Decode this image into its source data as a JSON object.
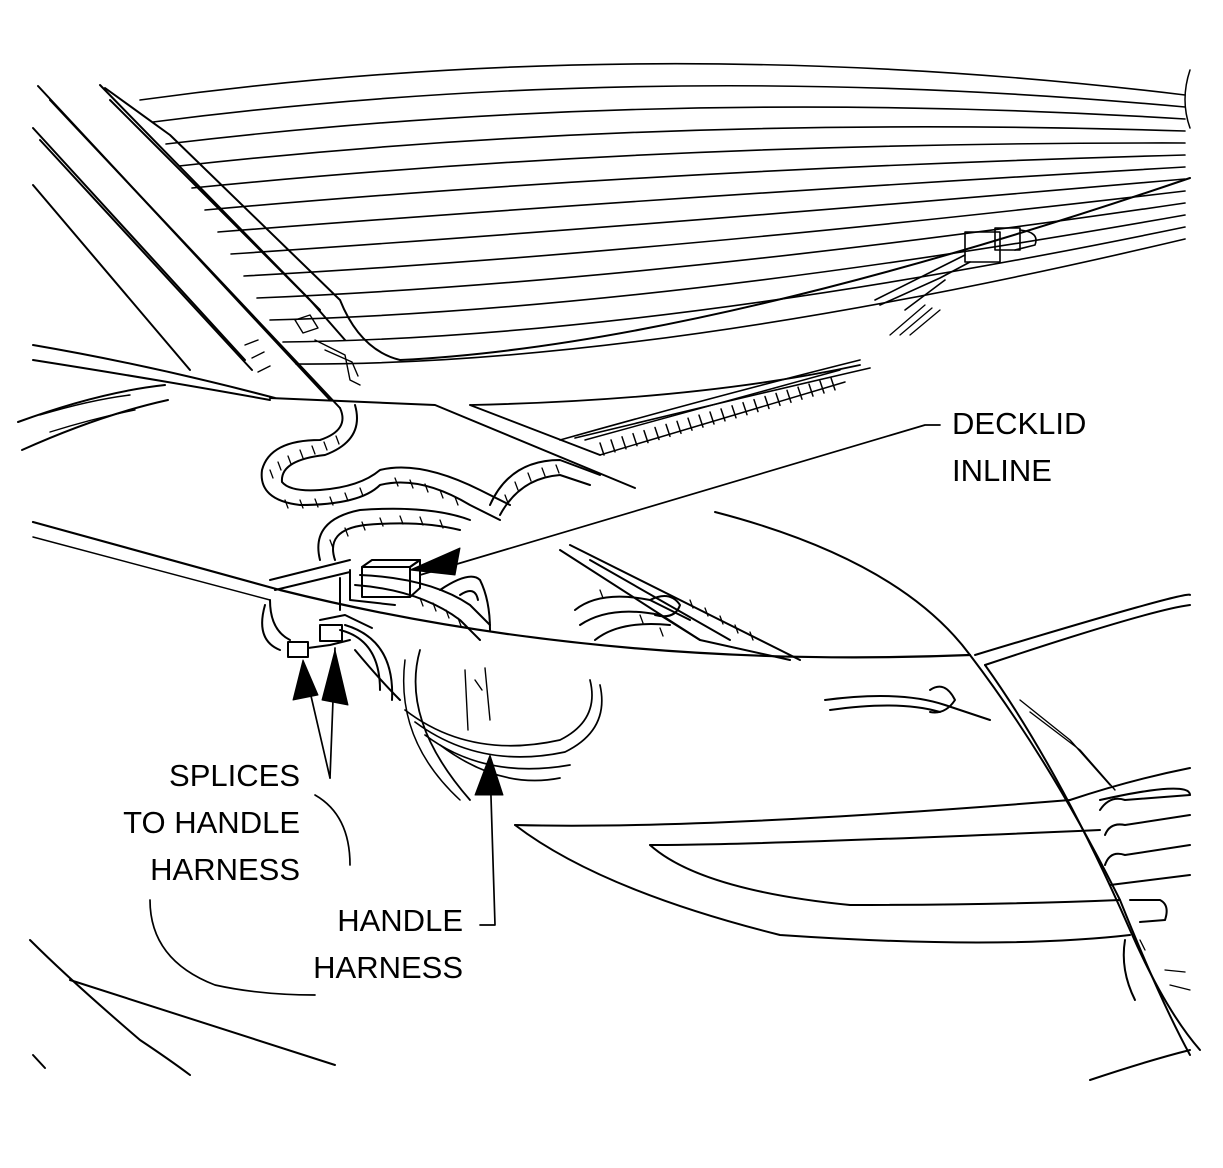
{
  "labels": {
    "decklid_inline": [
      "DECKLID",
      "INLINE"
    ],
    "splices_to_handle_harness": [
      "SPLICES",
      "TO HANDLE",
      "HARNESS"
    ],
    "handle_harness": [
      "HANDLE",
      "HARNESS"
    ]
  },
  "colors": {
    "line": "#000000",
    "background": "#ffffff"
  }
}
